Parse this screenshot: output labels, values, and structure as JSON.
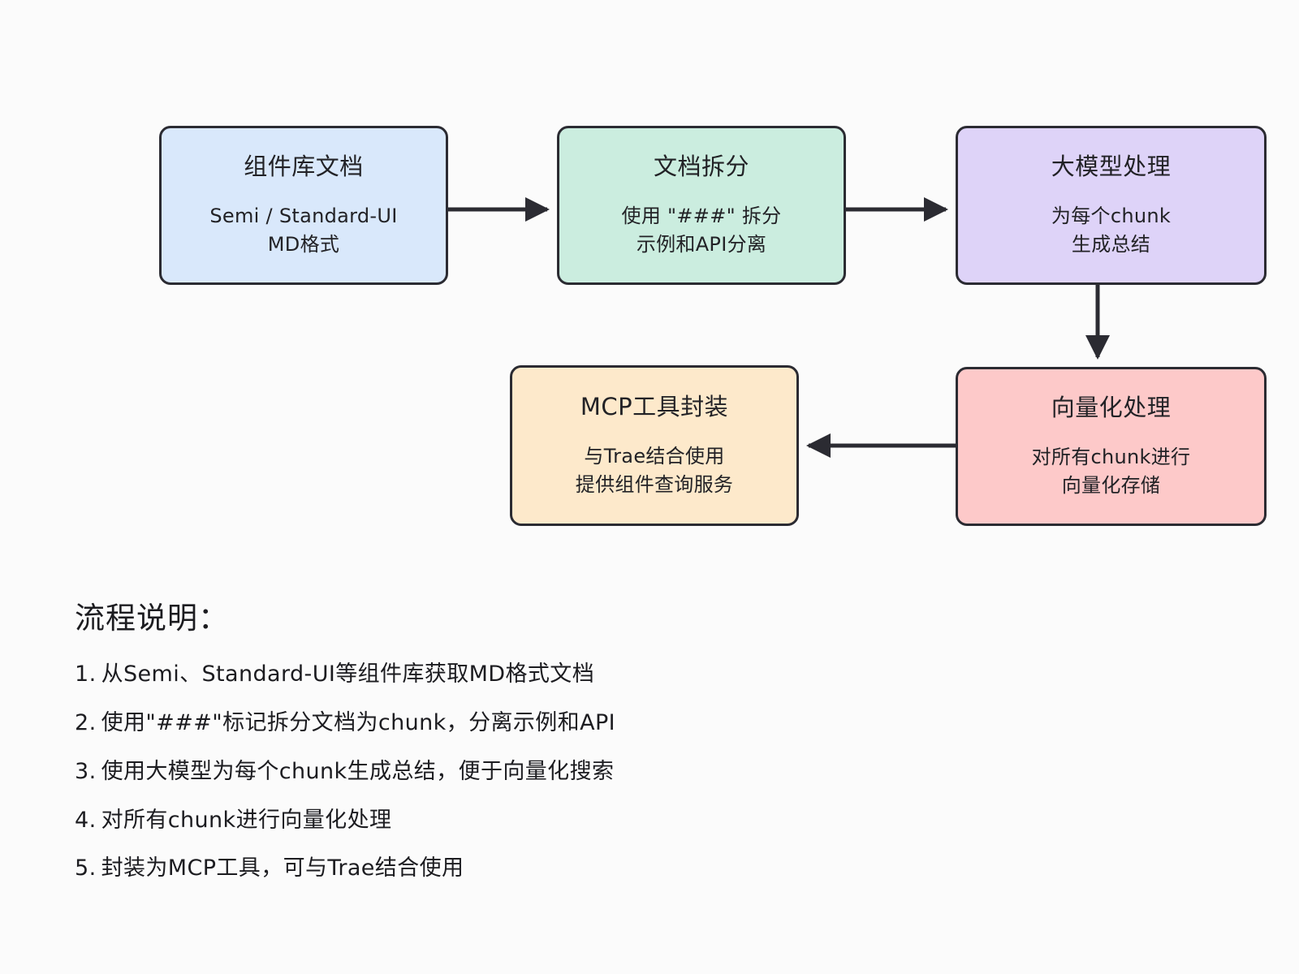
{
  "diagram": {
    "background_color": "#fbfbfb",
    "stroke_color": "#2b2b32",
    "nodes": [
      {
        "id": "source",
        "title": "组件库文档",
        "sub_line_1": "Semi / Standard-UI",
        "sub_line_2": "MD格式",
        "fill": "#d9e8fb"
      },
      {
        "id": "split",
        "title": "文档拆分",
        "sub_line_1": "使用 \"###\" 拆分",
        "sub_line_2": "示例和API分离",
        "fill": "#cbeddf"
      },
      {
        "id": "llm",
        "title": "大模型处理",
        "sub_line_1": "为每个chunk",
        "sub_line_2": "生成总结",
        "fill": "#ded3f8"
      },
      {
        "id": "vector",
        "title": "向量化处理",
        "sub_line_1": "对所有chunk进行",
        "sub_line_2": "向量化存储",
        "fill": "#fdc9c9"
      },
      {
        "id": "mcp",
        "title": "MCP工具封装",
        "sub_line_1": "与Trae结合使用",
        "sub_line_2": "提供组件查询服务",
        "fill": "#fde9cb"
      }
    ],
    "edges": [
      {
        "id": "source-to-split",
        "from": "source",
        "to": "split",
        "direction": "right"
      },
      {
        "id": "split-to-llm",
        "from": "split",
        "to": "llm",
        "direction": "right"
      },
      {
        "id": "llm-to-vector",
        "from": "llm",
        "to": "vector",
        "direction": "down"
      },
      {
        "id": "vector-to-mcp",
        "from": "vector",
        "to": "mcp",
        "direction": "left"
      }
    ]
  },
  "legend": {
    "title": "流程说明：",
    "steps": [
      {
        "num": "1.",
        "text": "从Semi、Standard-UI等组件库获取MD格式文档"
      },
      {
        "num": "2.",
        "text": "使用\"###\"标记拆分文档为chunk，分离示例和API"
      },
      {
        "num": "3.",
        "text": "使用大模型为每个chunk生成总结，便于向量化搜索"
      },
      {
        "num": "4.",
        "text": "对所有chunk进行向量化处理"
      },
      {
        "num": "5.",
        "text": "封装为MCP工具，可与Trae结合使用"
      }
    ]
  }
}
